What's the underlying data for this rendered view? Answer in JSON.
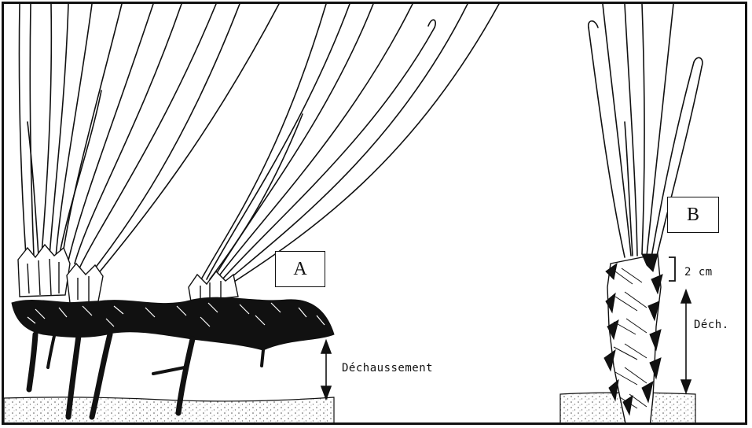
{
  "labels": {
    "a": "A",
    "b": "B",
    "dechaussement": "Déchaussement",
    "two_cm": "2 cm",
    "dech": "Déch."
  },
  "colors": {
    "ink": "#111111",
    "paper": "#ffffff",
    "soil": "#e6e6e6"
  }
}
